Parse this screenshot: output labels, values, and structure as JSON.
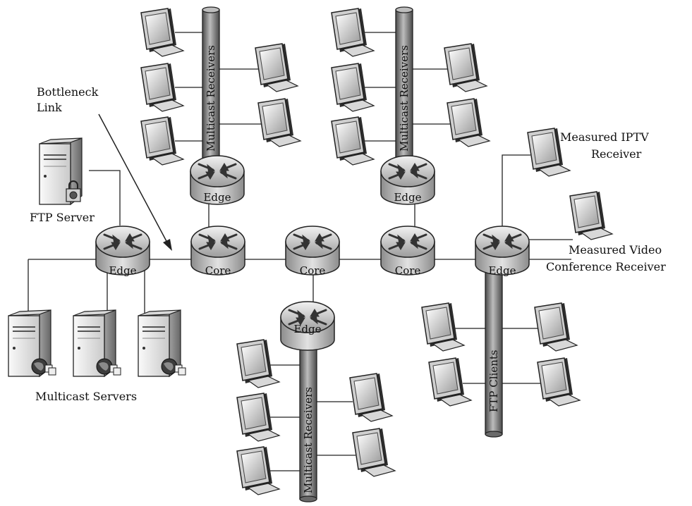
{
  "labels": {
    "bottleneck_line1": "Bottleneck",
    "bottleneck_line2": "Link",
    "ftp_server": "FTP Server",
    "multicast_servers": "Multicast Servers",
    "iptv_line1": "Measured IPTV",
    "iptv_line2": "Receiver",
    "video_line1": "Measured Video",
    "video_line2": "Conference Receiver"
  },
  "routers": {
    "edge_left": "Edge",
    "core_1": "Core",
    "core_2": "Core",
    "core_3": "Core",
    "edge_right": "Edge",
    "edge_top_left": "Edge",
    "edge_top_right": "Edge",
    "edge_bottom": "Edge"
  },
  "buses": {
    "top_left": "Multicast Receivers",
    "top_right": "Multicast Receivers",
    "bottom": "Multicast Receivers",
    "ftp_clients": "FTP Clients"
  }
}
